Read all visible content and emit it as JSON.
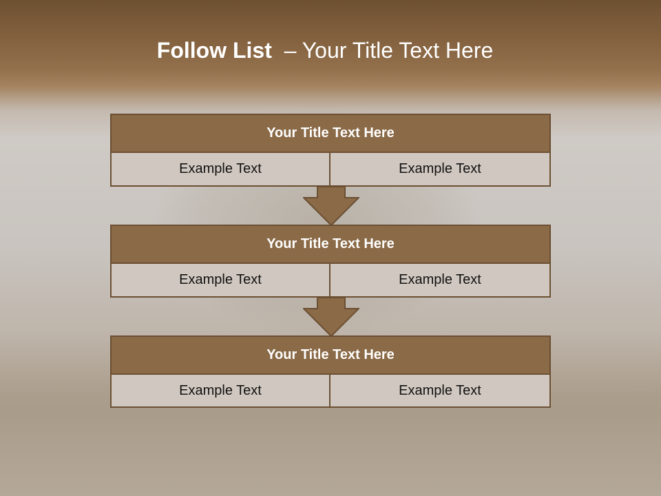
{
  "slide": {
    "title_bold": "Follow List",
    "title_rest": "  – Your Title Text Here"
  },
  "steps": [
    {
      "title": "Your Title Text Here",
      "left": "Example Text",
      "right": "Example Text"
    },
    {
      "title": "Your Title Text Here",
      "left": "Example Text",
      "right": "Example Text"
    },
    {
      "title": "Your Title Text Here",
      "left": "Example Text",
      "right": "Example Text"
    }
  ],
  "colors": {
    "header_fill": "#8a6a47",
    "border": "#6b4f33",
    "cell_fill": "#d0c8c0",
    "title_text": "#ffffff"
  }
}
